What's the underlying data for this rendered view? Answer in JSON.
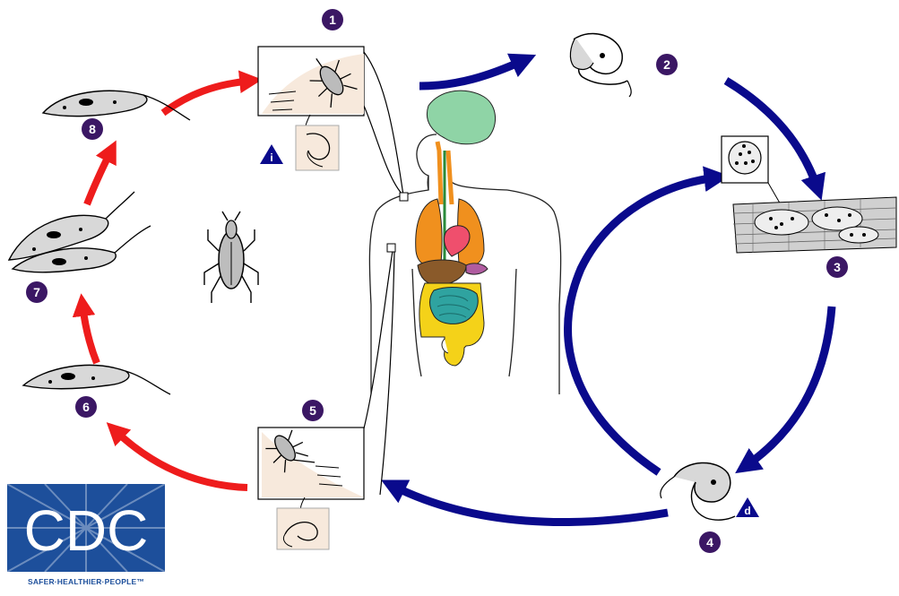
{
  "colors": {
    "host_cycle_arrow": "#0a0a8c",
    "vector_cycle_arrow": "#ee1c1c",
    "stage_badge": "#3b1764",
    "marker_triangle": "#0a0a8c",
    "skin_panel": "#f7e9dc",
    "cdc_blue": "#1d4f9b",
    "brain": "#8fd4a6",
    "lungs": "#f0901e",
    "heart": "#ef4f6d",
    "liver": "#8a5a2a",
    "colon": "#f4d219",
    "small_intestine": "#2fa3a0"
  },
  "stages": [
    {
      "label": "1"
    },
    {
      "label": "2"
    },
    {
      "label": "3"
    },
    {
      "label": "4"
    },
    {
      "label": "5"
    },
    {
      "label": "6"
    },
    {
      "label": "7"
    },
    {
      "label": "8"
    }
  ],
  "markers": {
    "infective": "i",
    "diagnostic": "d"
  },
  "icons": {
    "triatomine_bug": "kissing-bug-icon",
    "trypomastigote": "trypomastigote-icon",
    "epimastigote": "epimastigote-icon",
    "amastigote_cell": "infected-cell-icon",
    "human_body": "human-anatomy-icon"
  },
  "logo": {
    "text": "CDC",
    "tagline": "SAFER·HEALTHIER·PEOPLE™"
  }
}
